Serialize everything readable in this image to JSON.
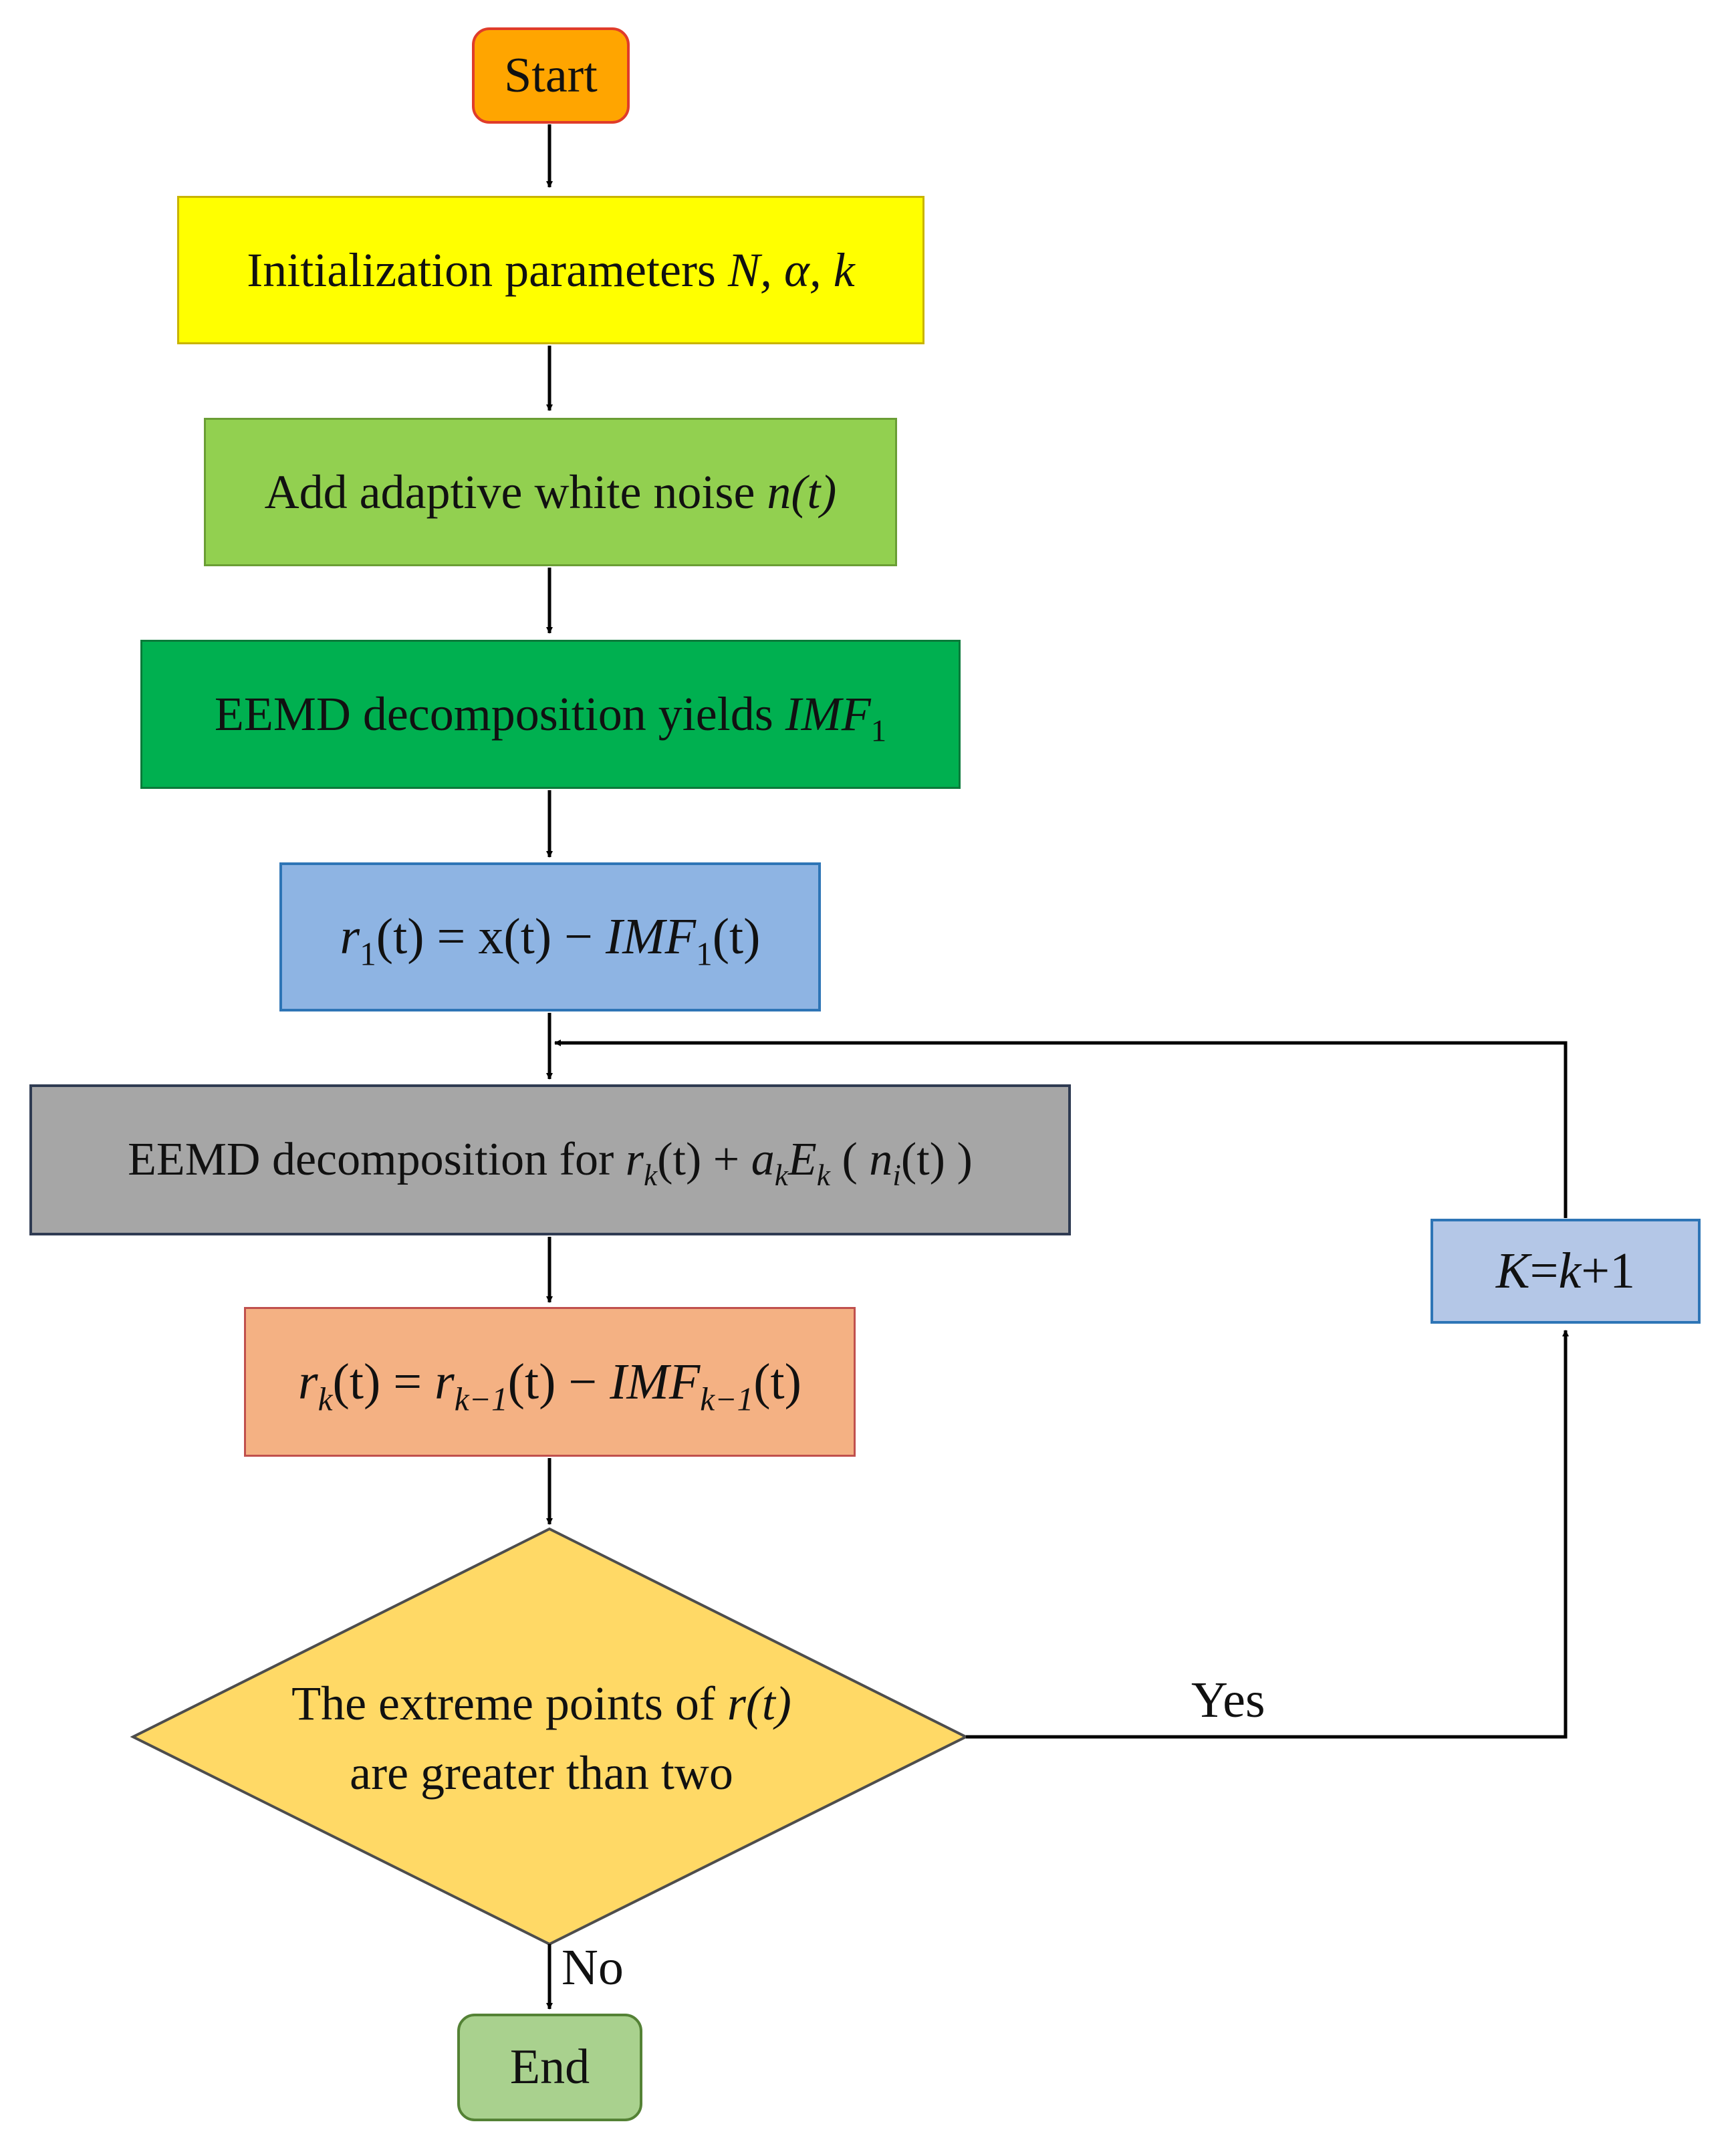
{
  "nodes": {
    "start": {
      "text": "Start",
      "fill": "#FFA500",
      "border": "#E03C2A"
    },
    "init": {
      "pre": "Initialization parameters ",
      "vars": "N, α, k",
      "fill": "#FFFF00",
      "border": "#C9B400"
    },
    "noise": {
      "pre": "Add adaptive white noise ",
      "var": "n(t)",
      "fill": "#92D050",
      "border": "#6A9E35"
    },
    "eemd1": {
      "pre": "EEMD decomposition yields ",
      "var": "IMF",
      "sub": "1",
      "fill": "#00B050",
      "border": "#0B7A3A"
    },
    "r1": {
      "r": "r",
      "sub1": "1",
      "mid": "(t) = x(t) − ",
      "imf": "IMF",
      "sub2": "1",
      "tail": "(t)",
      "fill": "#8EB4E3",
      "border": "#2E75B6"
    },
    "eemdk": {
      "pre": "EEMD decomposition for ",
      "r": "r",
      "k1": "k",
      "m1": "(t) + ",
      "a": "a",
      "k2": "k",
      "e": "E",
      "k3": "k",
      "m2": " ( ",
      "n": "n",
      "i": "i",
      "m3": "(t) )",
      "fill": "#A6A6A6",
      "border": "#2F3B52"
    },
    "rk": {
      "r": "r",
      "k": "k",
      "m1": "(t) = ",
      "r2": "r",
      "km1": "k−1",
      "m2": "(t) − ",
      "imf": "IMF",
      "km2": "k−1",
      "tail": "(t)",
      "fill": "#F4B183",
      "border": "#C0504D"
    },
    "decision": {
      "line1_pre": "The extreme points of ",
      "line1_var": "r(t)",
      "line2": "are greater than two",
      "fill": "#FFD966",
      "border": "#4D4D4D"
    },
    "inc": {
      "K": "K",
      "eq": "=",
      "k": "k",
      "plus": "+1",
      "fill": "#B4C7E7",
      "border": "#2E75B6"
    },
    "end": {
      "text": "End",
      "fill": "#A9D18E",
      "border": "#548235"
    }
  },
  "labels": {
    "yes": "Yes",
    "no": "No"
  },
  "colors": {
    "line": "#000000"
  }
}
